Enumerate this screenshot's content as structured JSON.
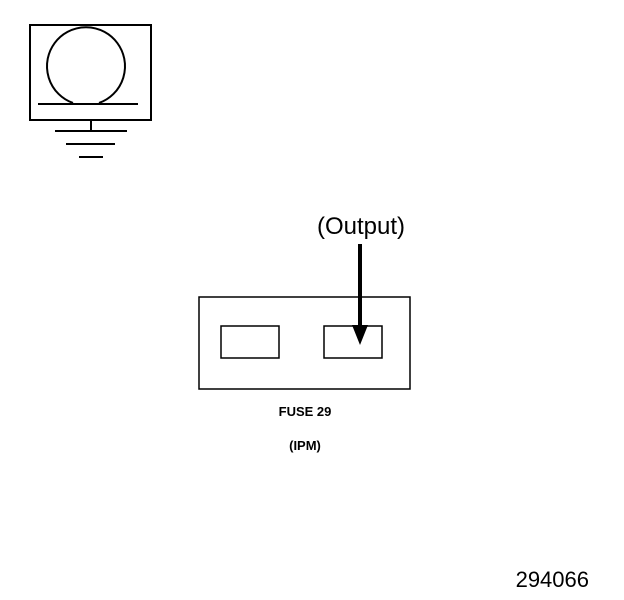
{
  "symbol": {
    "icon": "ohmmeter-ground-icon"
  },
  "labels": {
    "output": "(Output)",
    "fuse": "FUSE 29",
    "location": "(IPM)",
    "figure_number": "294066"
  },
  "colors": {
    "ink": "#000000",
    "background": "#ffffff"
  }
}
